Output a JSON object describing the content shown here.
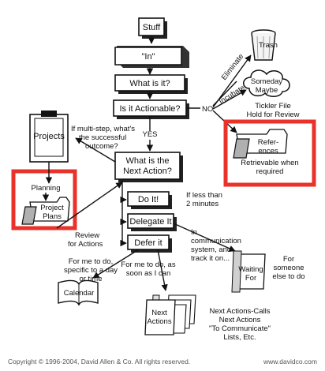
{
  "flow": {
    "stuff": "Stuff",
    "in_box": "\"In\"",
    "what_is_it": "What is it?",
    "actionable": "Is it Actionable?",
    "no": "NO",
    "yes": "YES",
    "next_action_1": "What is the",
    "next_action_2": "Next Action?",
    "do_it": "Do It!",
    "delegate_it": "Delegate It",
    "defer_it": "Defer it"
  },
  "no_branch": {
    "eliminate": "Eliminate",
    "trash": "Trash",
    "incubate": "Incubate",
    "someday_1": "Someday",
    "someday_2": "Maybe",
    "tickler_1": "Tickler File",
    "tickler_2": "Hold for Review",
    "references_1": "Refer-",
    "references_2": "ences",
    "retrievable_1": "Retrievable when",
    "retrievable_2": "required"
  },
  "projects": {
    "projects_label": "Projects",
    "multi_step_1": "If multi-step, what's",
    "multi_step_2": "the successful",
    "multi_step_3": "outcome?",
    "planning": "Planning",
    "project_plans_1": "Project",
    "project_plans_2": "Plans",
    "review_1": "Review",
    "review_2": "for Actions"
  },
  "outcomes": {
    "less_than_1": "If less than",
    "less_than_2": "2 minutes",
    "in_comm_1": "In",
    "in_comm_2": "communication",
    "in_comm_3": "system, and",
    "in_comm_4": "track it on...",
    "waiting_1": "Waiting",
    "waiting_2": "For",
    "someone_1": "For",
    "someone_2": "someone",
    "someone_3": "else to do",
    "specific_1": "For me to do,",
    "specific_2": "specific to a day",
    "specific_3": "or time",
    "calendar": "Calendar",
    "asap_1": "For me to do, as",
    "asap_2": "soon as I can",
    "next_actions_1": "Next",
    "next_actions_2": "Actions",
    "lists_1": "Next Actions-Calls",
    "lists_2": "Next Actions",
    "lists_3": "\"To Communicate\"",
    "lists_4": "Lists, Etc."
  },
  "footer": {
    "copyright": "Copyright  ©  1996-2004, David Allen & Co.  All rights reserved.",
    "website": "www.davidco.com"
  },
  "colors": {
    "highlight": "#e8322a",
    "line": "#111111",
    "folder": "#b0b0b0"
  }
}
